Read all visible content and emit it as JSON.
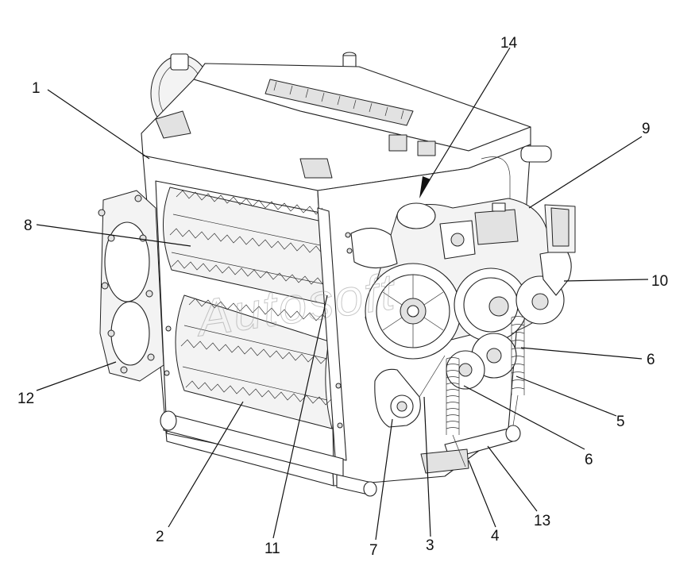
{
  "watermark": "Autosoft",
  "callouts": [
    "1",
    "2",
    "3",
    "4",
    "5",
    "6",
    "6",
    "7",
    "8",
    "9",
    "10",
    "11",
    "12",
    "13",
    "14"
  ]
}
